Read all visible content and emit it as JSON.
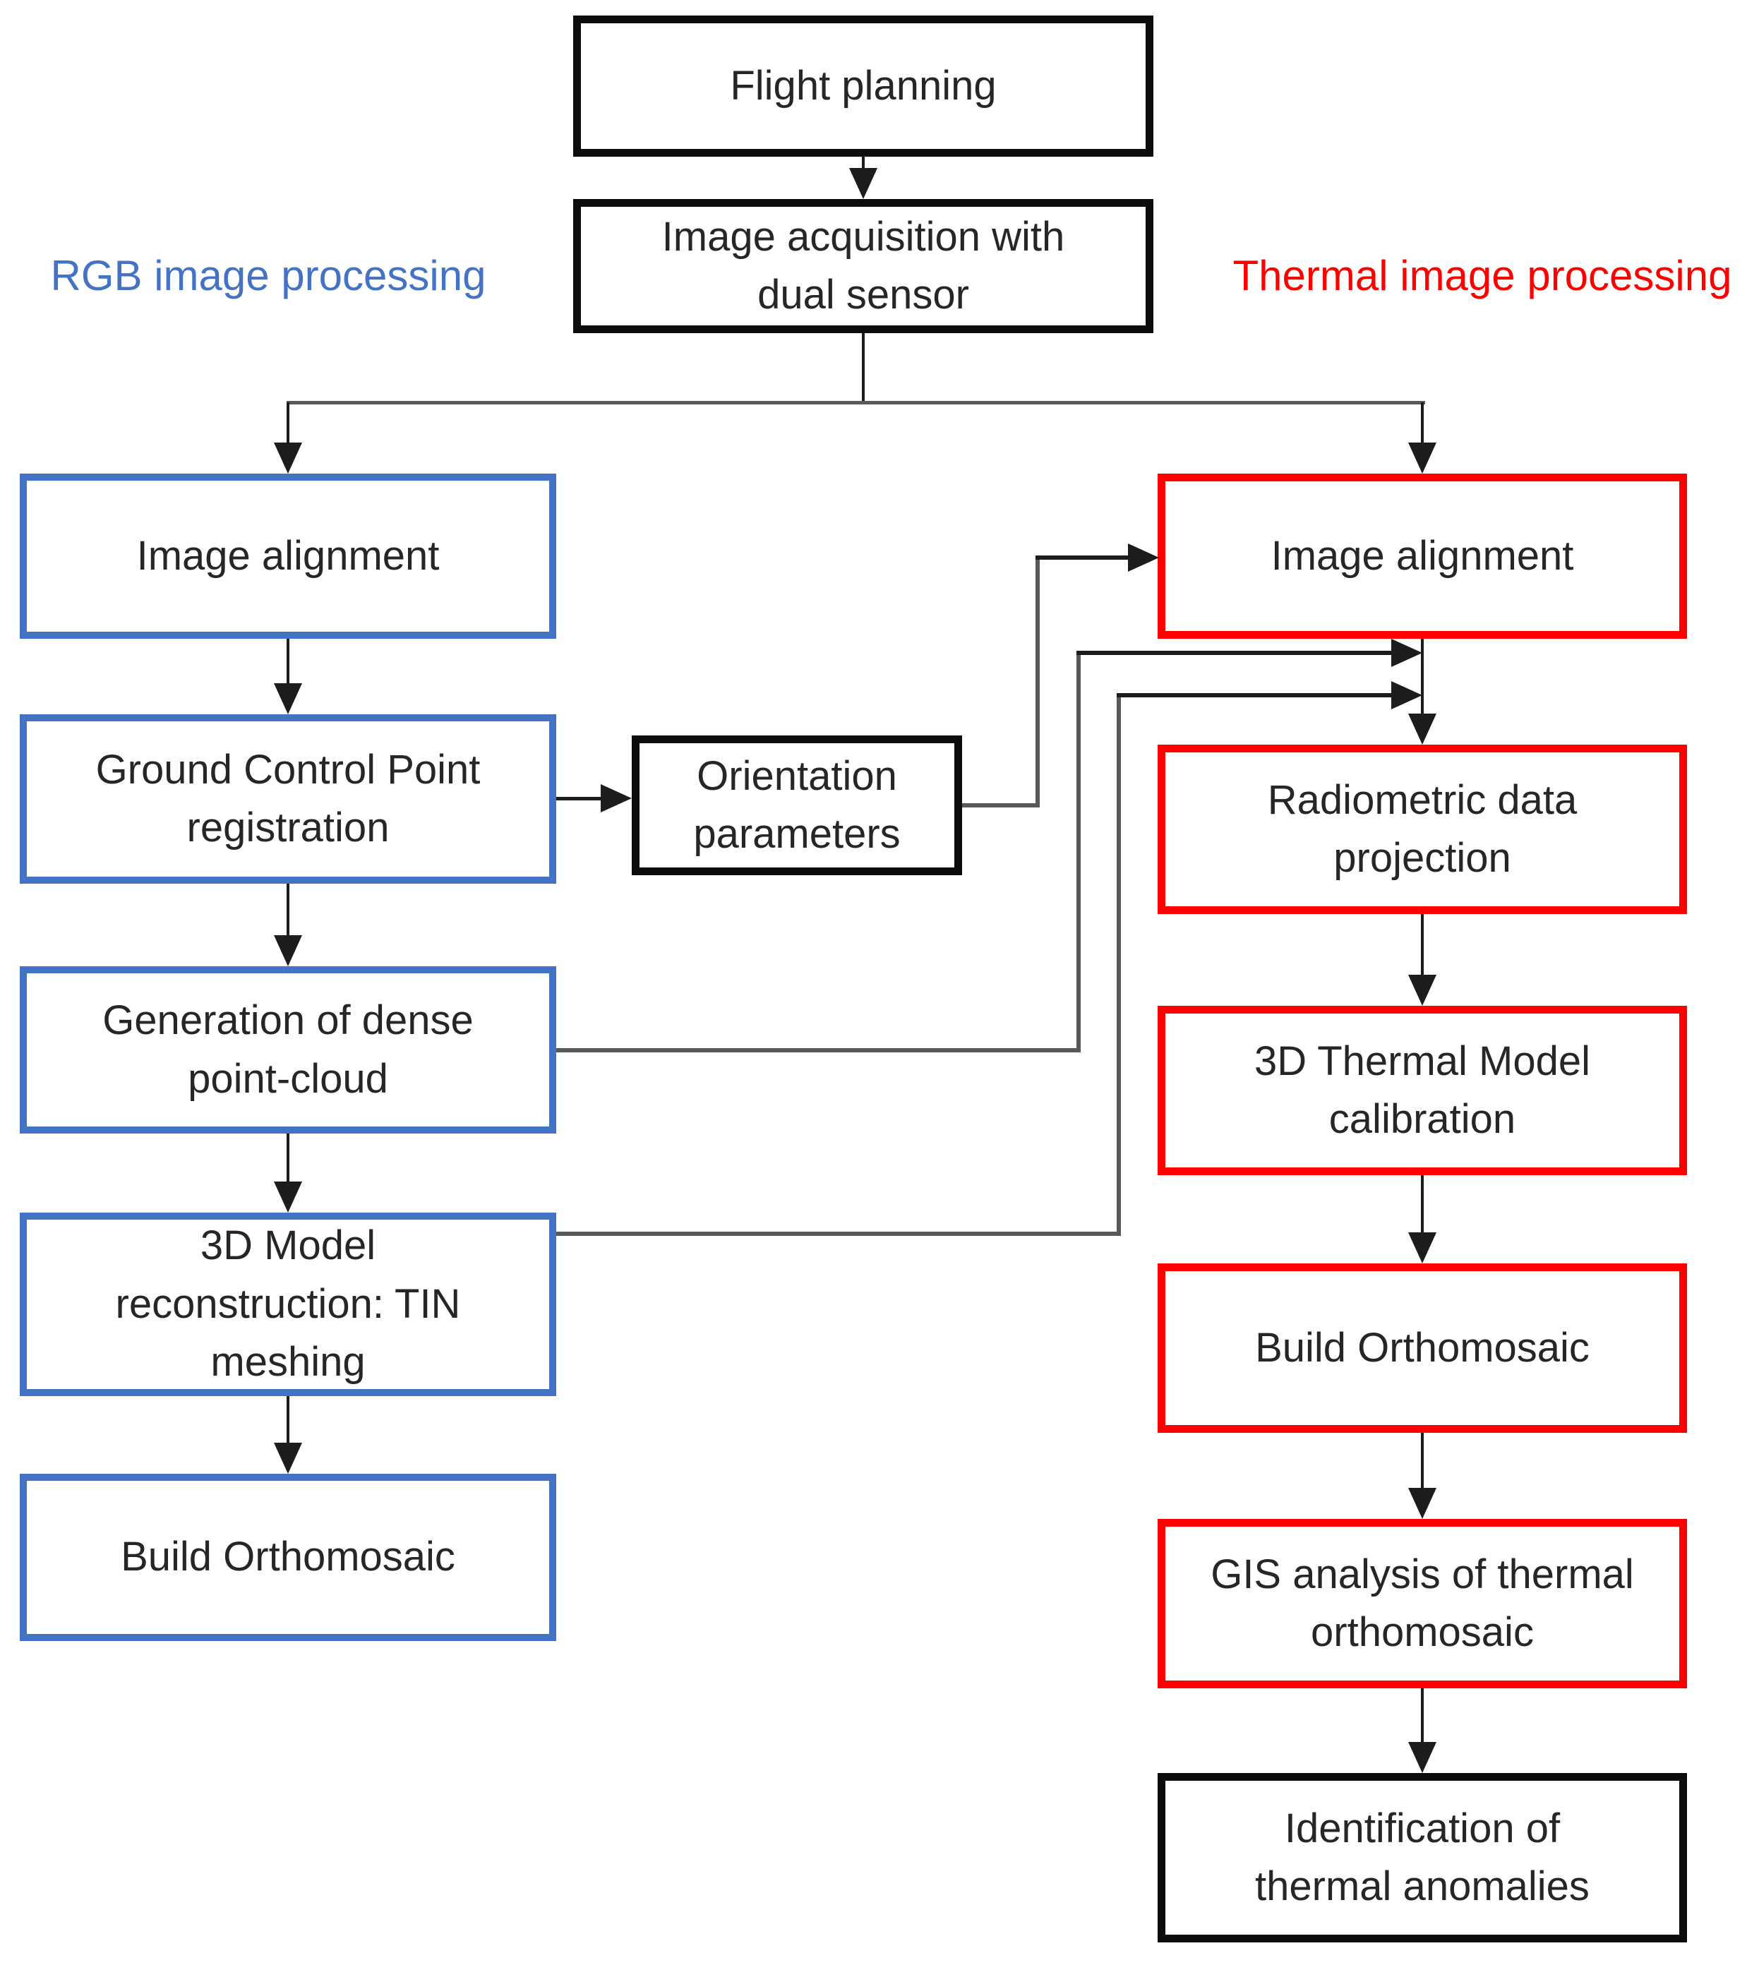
{
  "diagram": {
    "branch_labels": {
      "rgb": "RGB image processing",
      "thermal": "Thermal image processing"
    },
    "colors": {
      "rgb_branch": "#4472C4",
      "thermal_branch": "#FF0000",
      "neutral_box": "#000000",
      "connector": "#595959"
    },
    "nodes": {
      "flight_planning": "Flight planning",
      "image_acquisition": "Image acquisition with\ndual sensor",
      "rgb_image_alignment": "Image alignment",
      "gcp_registration": "Ground Control Point\nregistration",
      "orientation_parameters": "Orientation\nparameters",
      "dense_point_cloud": "Generation of dense\npoint-cloud",
      "tin_meshing": "3D Model\nreconstruction: TIN\nmeshing",
      "rgb_build_orthomosaic": "Build Orthomosaic",
      "thermal_image_alignment": "Image alignment",
      "radiometric_projection": "Radiometric data\nprojection",
      "thermal_model_calibration": "3D Thermal Model\ncalibration",
      "thermal_build_orthomosaic": "Build Orthomosaic",
      "gis_analysis": "GIS analysis of thermal\northomosaic",
      "thermal_anomalies": "Identification of\nthermal anomalies"
    },
    "edges": [
      {
        "from": "flight_planning",
        "to": "image_acquisition"
      },
      {
        "from": "image_acquisition",
        "to": "rgb_image_alignment"
      },
      {
        "from": "image_acquisition",
        "to": "thermal_image_alignment"
      },
      {
        "from": "rgb_image_alignment",
        "to": "gcp_registration"
      },
      {
        "from": "gcp_registration",
        "to": "orientation_parameters"
      },
      {
        "from": "gcp_registration",
        "to": "dense_point_cloud"
      },
      {
        "from": "orientation_parameters",
        "to": "thermal_image_alignment"
      },
      {
        "from": "dense_point_cloud",
        "to": "tin_meshing"
      },
      {
        "from": "dense_point_cloud",
        "to": "radiometric_projection"
      },
      {
        "from": "tin_meshing",
        "to": "rgb_build_orthomosaic"
      },
      {
        "from": "tin_meshing",
        "to": "radiometric_projection"
      },
      {
        "from": "thermal_image_alignment",
        "to": "radiometric_projection"
      },
      {
        "from": "radiometric_projection",
        "to": "thermal_model_calibration"
      },
      {
        "from": "thermal_model_calibration",
        "to": "thermal_build_orthomosaic"
      },
      {
        "from": "thermal_build_orthomosaic",
        "to": "gis_analysis"
      },
      {
        "from": "gis_analysis",
        "to": "thermal_anomalies"
      }
    ]
  }
}
